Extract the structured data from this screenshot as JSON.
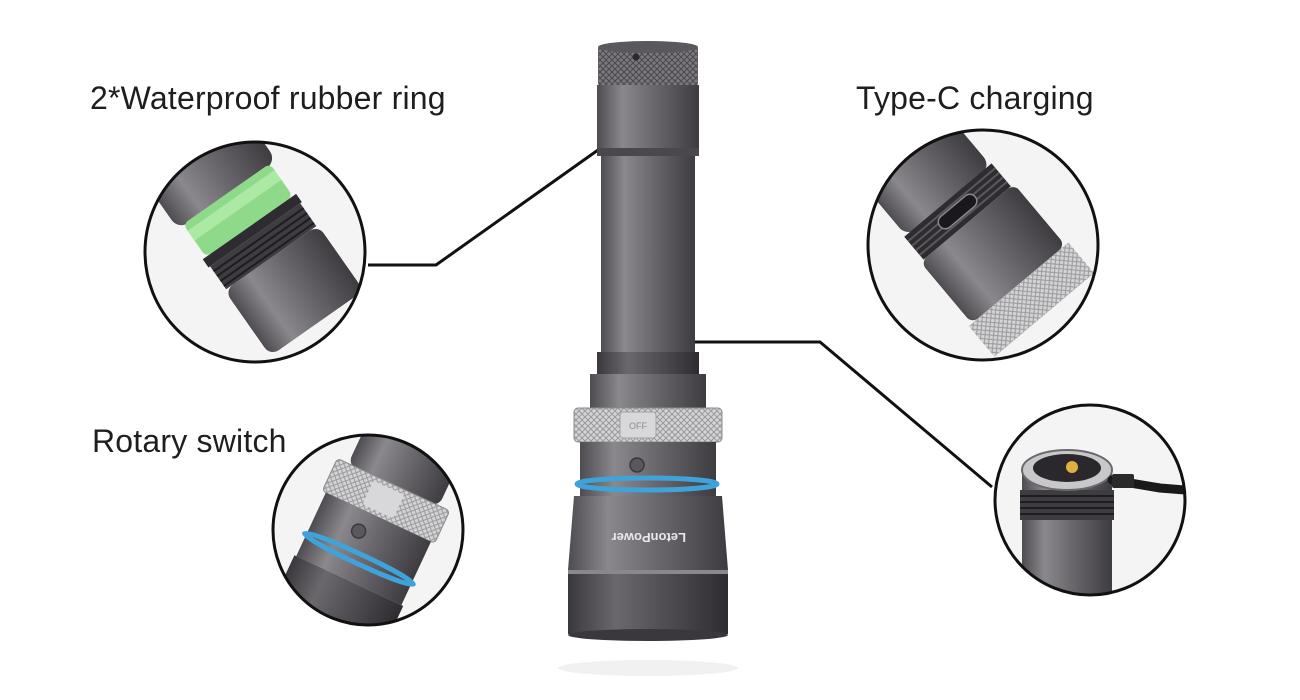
{
  "callouts": {
    "waterproof_ring": {
      "label": "2*Waterproof rubber ring"
    },
    "type_c": {
      "label": "Type-C charging"
    },
    "rotary_switch": {
      "label": "Rotary switch"
    }
  },
  "product": {
    "brand_text": "LetonPower",
    "switch_text": "OFF"
  },
  "colors": {
    "body": "#6e6c70",
    "accent_ring": "#3fa3d9",
    "rubber_ring": "#8fd98a",
    "line": "#111111"
  }
}
